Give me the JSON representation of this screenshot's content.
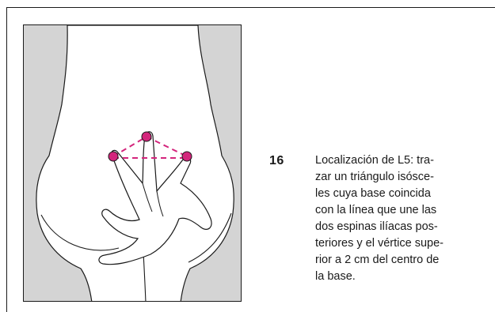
{
  "caption": {
    "number": "16",
    "lines": "Localización de L5: tra-\nzar un triángulo isósce-\nles cuya base coincida\ncon la línea que une las\ndos espinas ilíacas pos-\nteriores y el vértice supe-\nrior a 2 cm del centro de\nla base."
  },
  "colors": {
    "background_panel": "#d4d4d4",
    "body_fill": "#ffffff",
    "outline": "#1a1a1a",
    "accent": "#d4257c"
  },
  "figure": {
    "marks": [
      "apex-marker",
      "left-spine-marker",
      "right-spine-marker"
    ]
  }
}
